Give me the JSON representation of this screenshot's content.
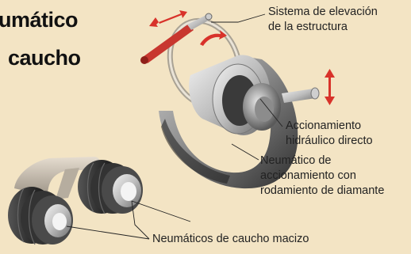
{
  "title": {
    "line1": "umático",
    "line2": "caucho"
  },
  "labels": {
    "lift_system": [
      "Sistema de elevación",
      "de la estructura"
    ],
    "hydraulic_drive": [
      "Accionamiento",
      "hidráulico directo"
    ],
    "drive_tire": [
      "Neumático de",
      "accionamiento con",
      "rodamiento de diamante"
    ],
    "solid_tires": "Neumáticos de caucho macizo"
  },
  "colors": {
    "background": "#f3e4c4",
    "arrow": "#d8322a",
    "leader": "#222222"
  }
}
